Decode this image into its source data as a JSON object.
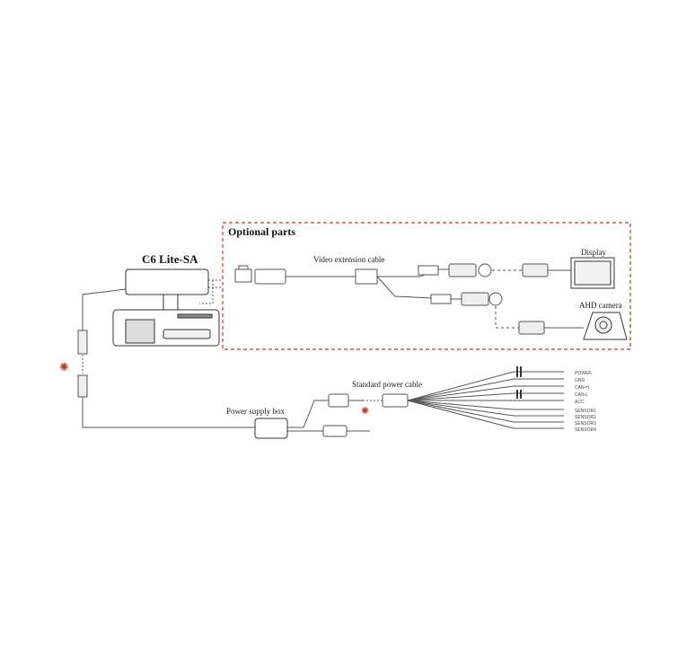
{
  "device": {
    "title": "C6 Lite-SA"
  },
  "optional_parts": {
    "heading": "Optional parts",
    "video_cable_label": "Video extension cable",
    "display_label": "Display",
    "camera_label": "AHD camera"
  },
  "power": {
    "supply_box_label": "Power supply box",
    "standard_cable_label": "Standard power cable"
  },
  "wires": {
    "group1": [
      "POWER",
      "GND",
      "CAN-H",
      "CAN-L",
      "ACC"
    ],
    "group2": [
      "SENSOR1",
      "SENSOR2",
      "SENSOR3",
      "SENSOR4"
    ]
  },
  "colors": {
    "dashed_border": "#c0392b",
    "warning_star": "#c0392b",
    "line": "#555555"
  }
}
